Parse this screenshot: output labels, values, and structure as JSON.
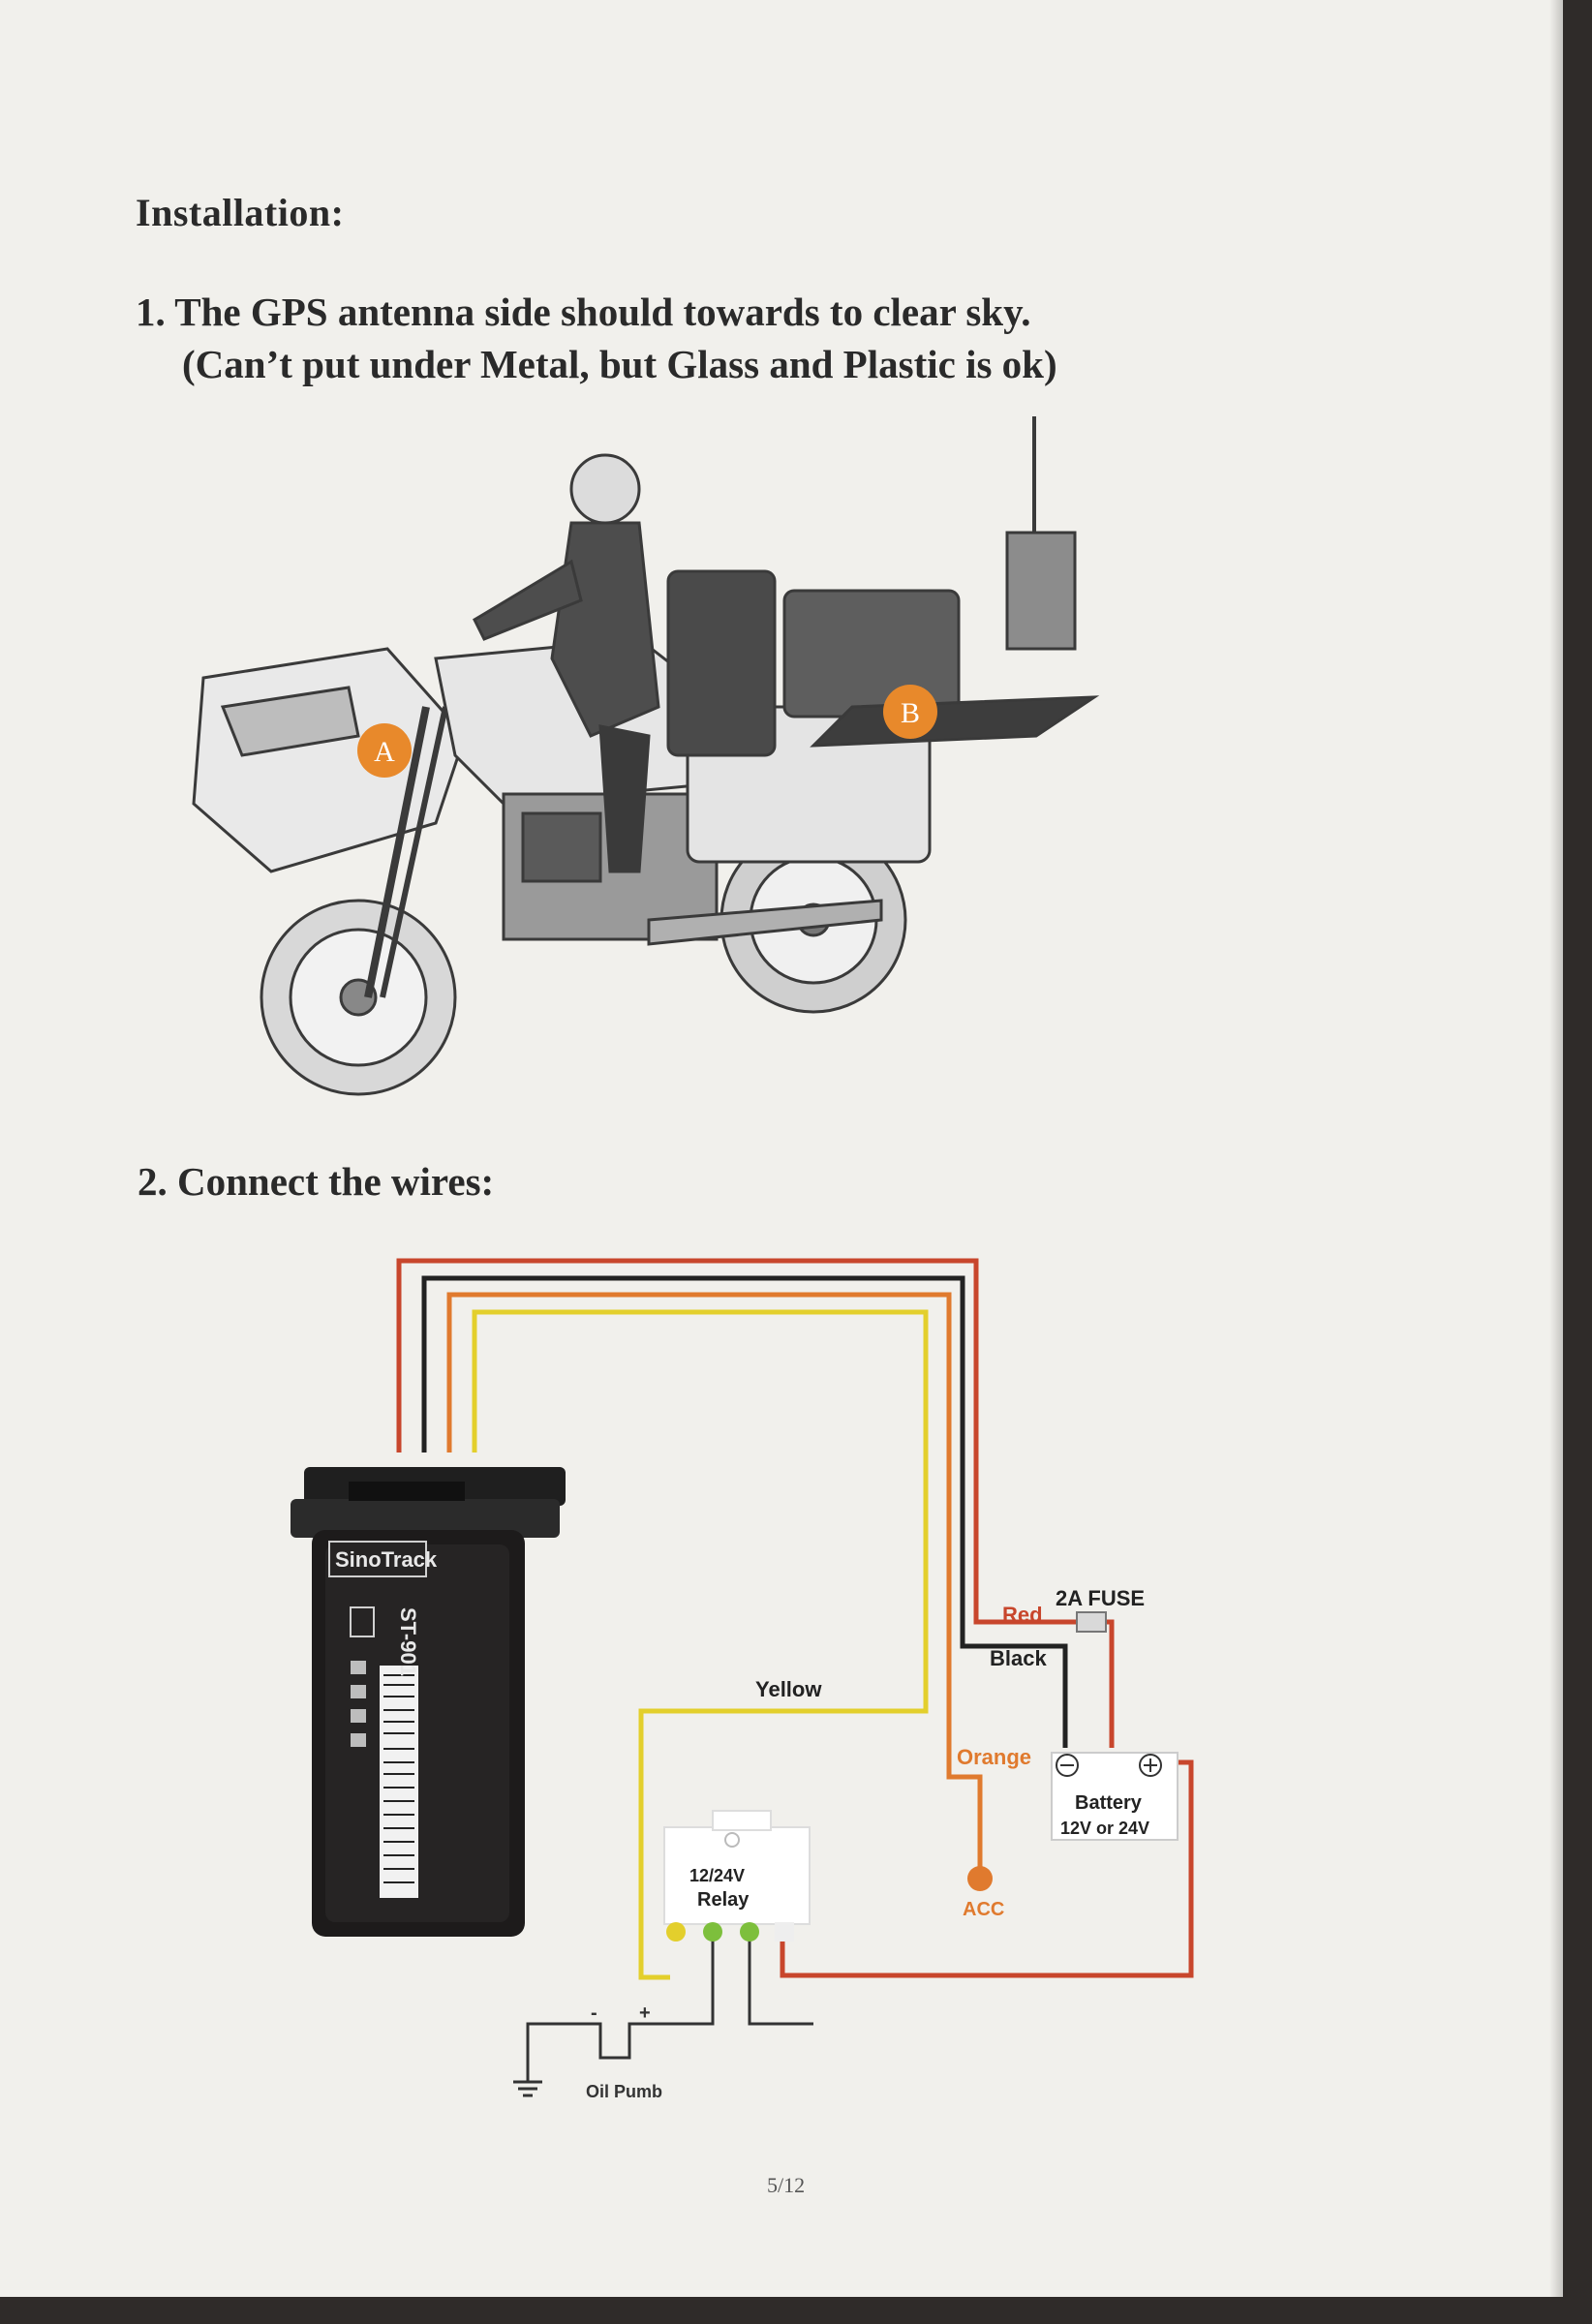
{
  "installation": {
    "heading": "Installation:",
    "step1_line1": "1. The GPS antenna side should towards to clear sky.",
    "step1_line2": "(Can’t put under Metal, but Glass and Plastic is ok)",
    "step2": "2. Connect the wires:"
  },
  "motorcycle": {
    "marker_a": "A",
    "marker_b": "B",
    "marker_color": "#e8892b"
  },
  "device": {
    "brand": "SinoTrack",
    "model": "ST-901"
  },
  "wiring": {
    "red": "Red",
    "black": "Black",
    "yellow": "Yellow",
    "orange": "Orange",
    "acc": "ACC",
    "fuse": "2A  FUSE",
    "battery": "Battery",
    "battery_voltage": "12V or 24V",
    "relay_voltage": "12/24V",
    "relay": "Relay",
    "oil_pump": "Oil Pumb",
    "minus": "-",
    "plus": "+",
    "colors": {
      "red": "#c8462c",
      "black": "#222222",
      "orange": "#e07a2e",
      "yellow": "#e3cf2c",
      "green": "#7dbf3c"
    }
  },
  "page_number": "5/12"
}
